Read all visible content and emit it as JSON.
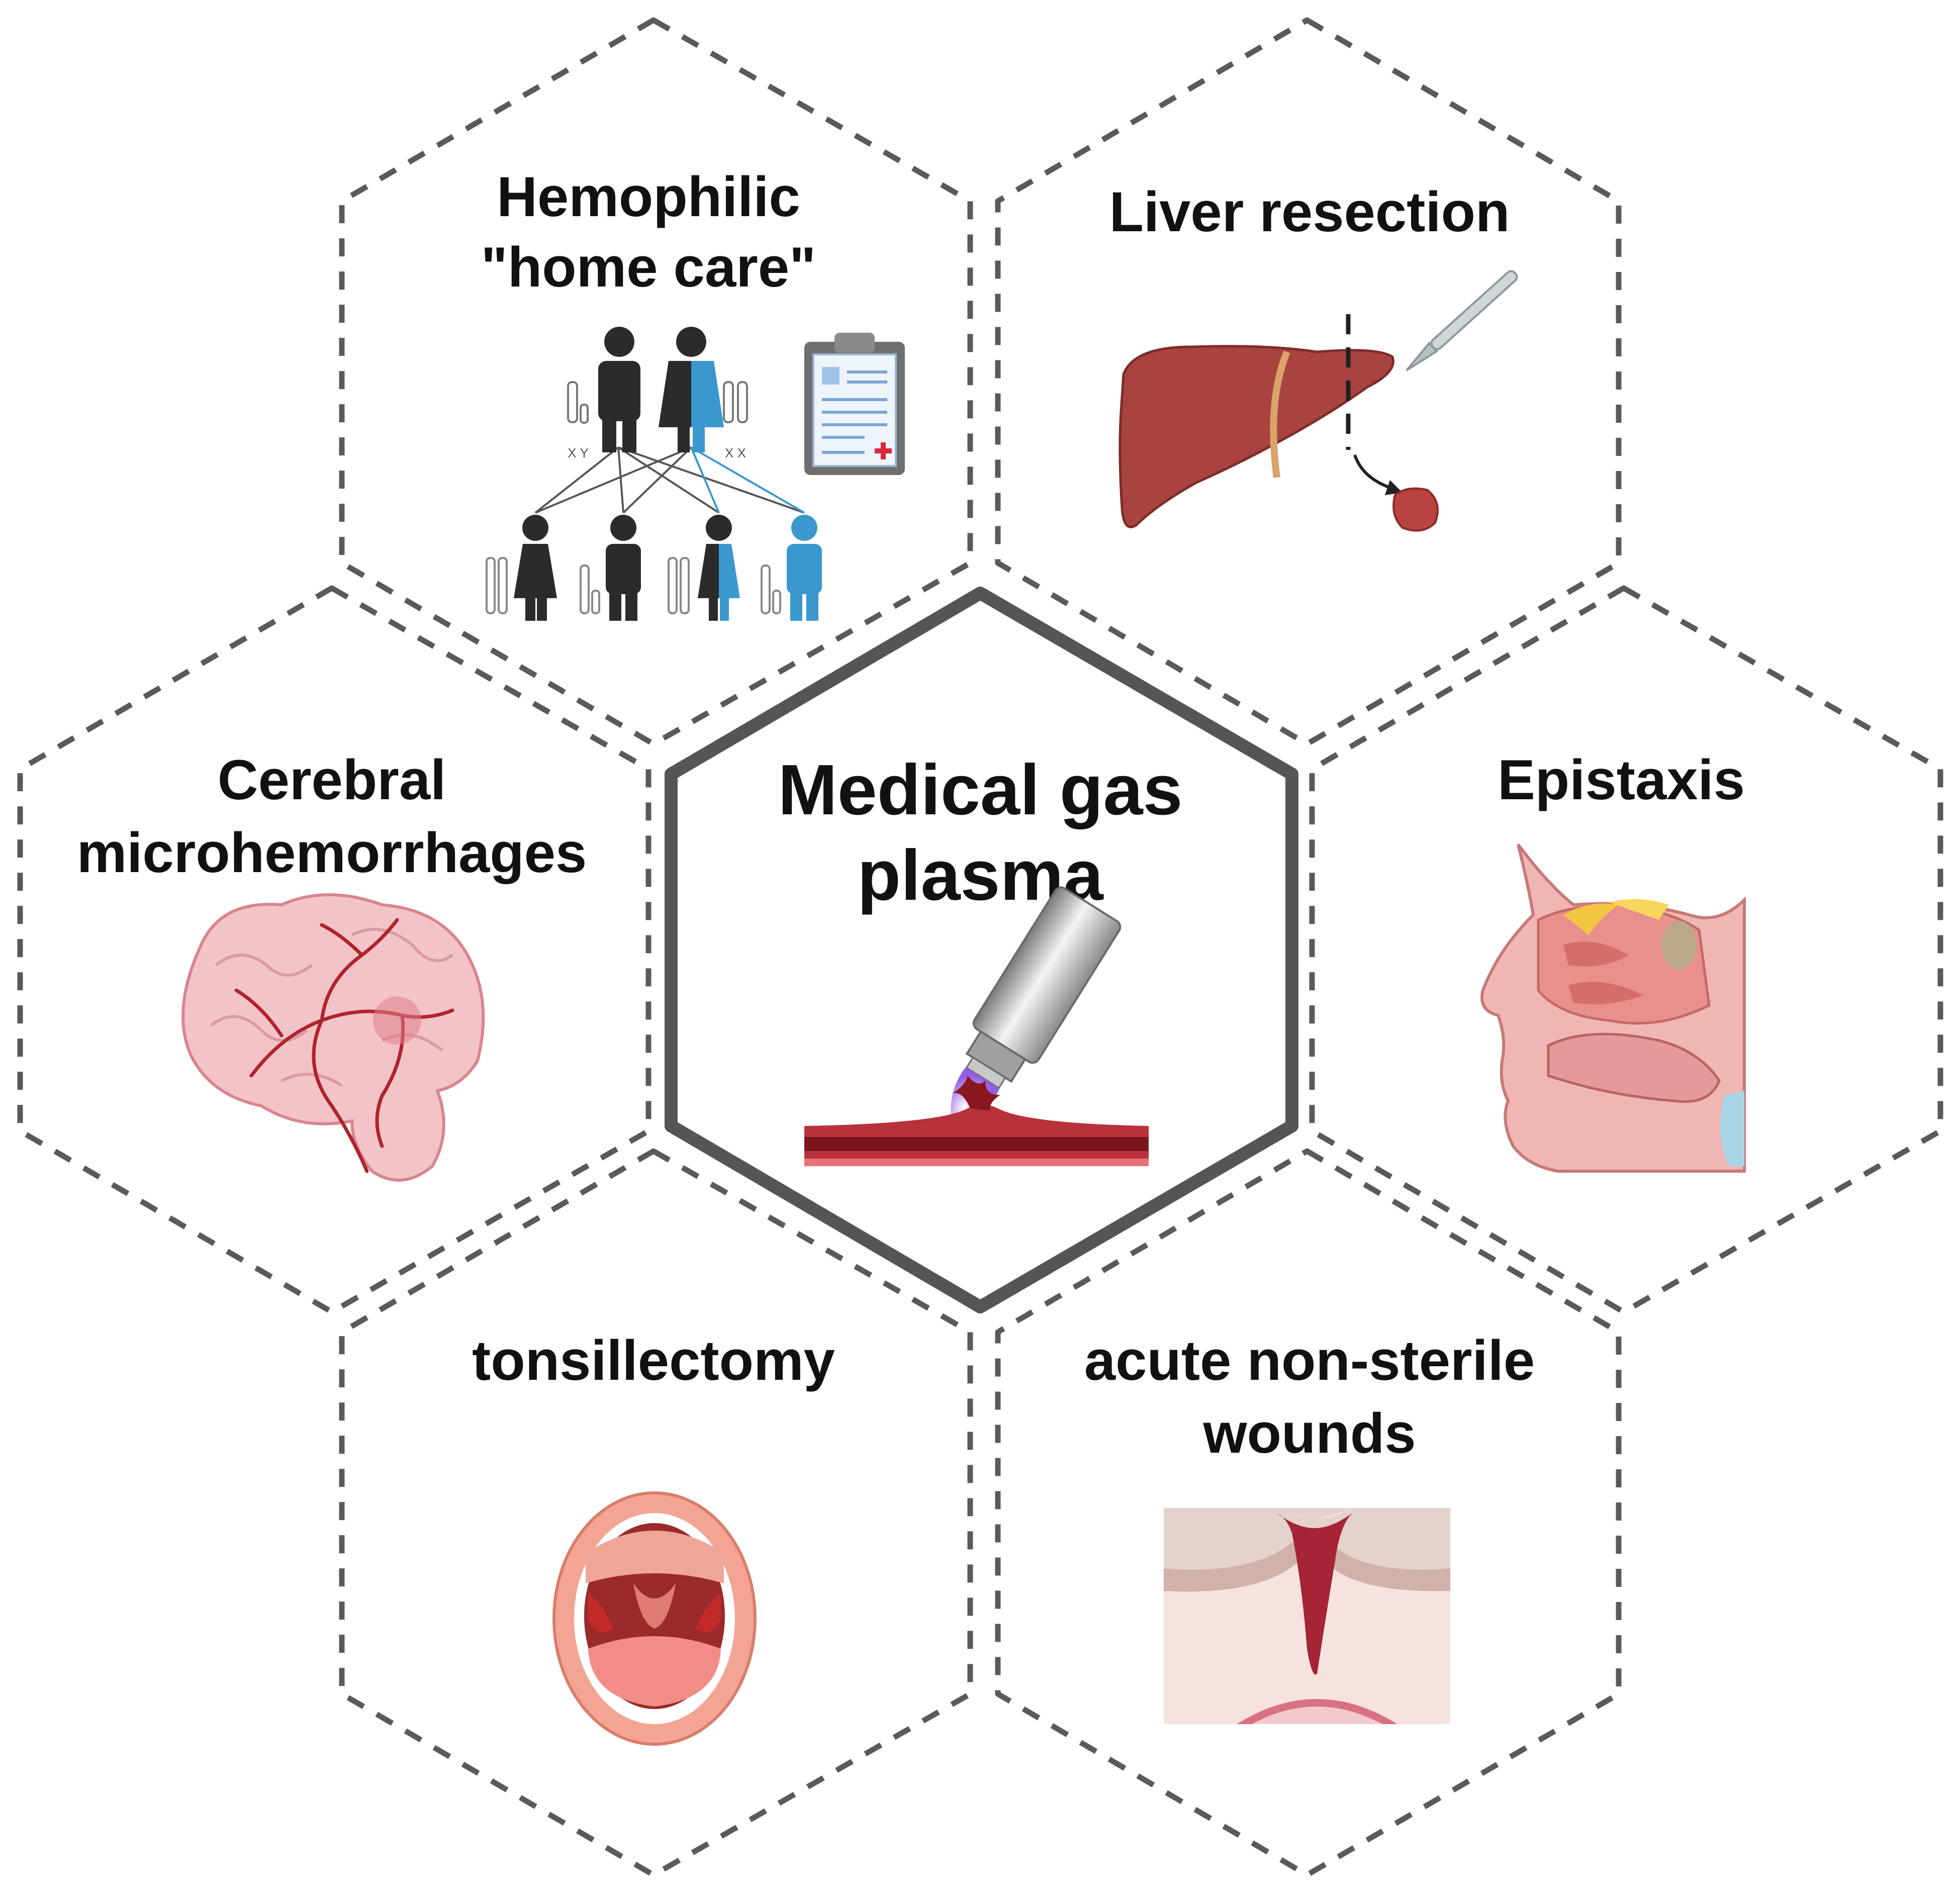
{
  "center": {
    "title_line1": "Medical gas",
    "title_line2": "plasma"
  },
  "applications": {
    "hemophilic": {
      "line1": "Hemophilic",
      "line2": "\"home care\""
    },
    "liver": {
      "line1": "Liver resection"
    },
    "cerebral": {
      "line1": "Cerebral",
      "line2": "microhemorrhages"
    },
    "epistaxis": {
      "line1": "Epistaxis"
    },
    "tonsil": {
      "line1": "tonsillectomy"
    },
    "wounds": {
      "line1": "acute non-sterile",
      "line2": "wounds"
    }
  },
  "genetics": {
    "parent_left_chrom": "X Y",
    "parent_right_chrom": "X X"
  },
  "colors": {
    "hex_border": "#555555",
    "dash_border": "#5a5a5a",
    "carrier_blue": "#3a98cf",
    "person_dark": "#2b2b2b",
    "liver": "#a8433f",
    "tissue_red": "#b0232e",
    "brain_pink": "#f2c4c8",
    "plasma_violet": "#b98cf0"
  }
}
